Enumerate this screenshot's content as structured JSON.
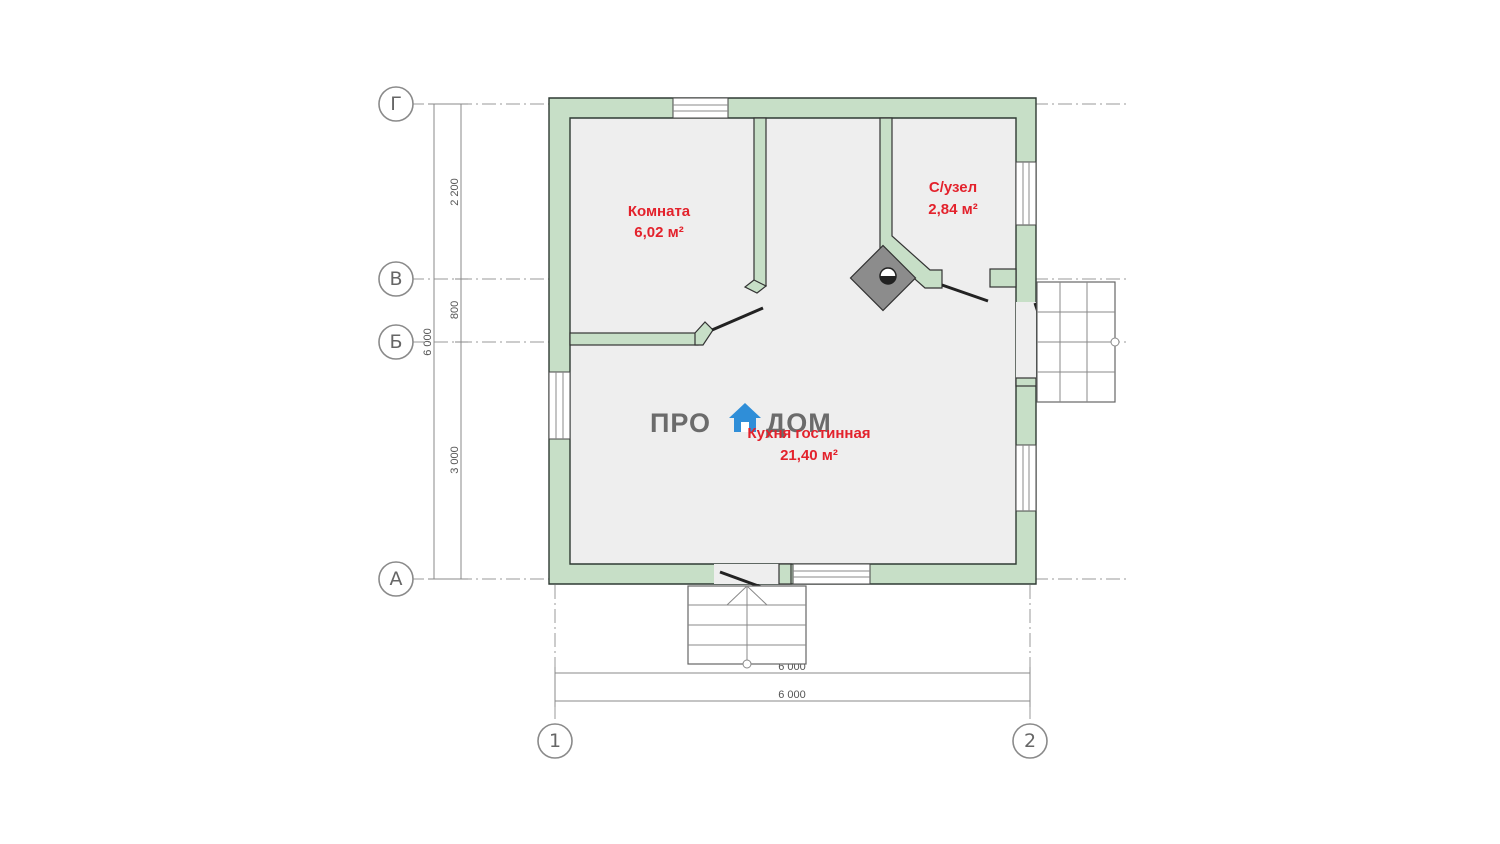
{
  "axes": {
    "rows": [
      "Г",
      "В",
      "Б",
      "А"
    ],
    "columns": [
      "1",
      "2"
    ]
  },
  "dimensions": {
    "left_total": "6 000",
    "left_segments": [
      "2 200",
      "800",
      "3 000"
    ],
    "bottom_inner": "6 000",
    "bottom_outer": "6 000"
  },
  "rooms": {
    "room1": {
      "name": "Комната",
      "area": "6,02 м²"
    },
    "room2": {
      "name": "С/узел",
      "area": "2,84 м²"
    },
    "room3": {
      "name": "Кухня гостинная",
      "area": "21,40 м²"
    }
  },
  "logo": {
    "left": "ПРО",
    "right": "ДОМ"
  },
  "colors": {
    "wall_fill": "#c7dfc7",
    "floor_fill": "#eeeeee",
    "room_label": "#e3222c",
    "logo_house": "#2f8ed8",
    "logo_text": "#6b6b6b"
  }
}
